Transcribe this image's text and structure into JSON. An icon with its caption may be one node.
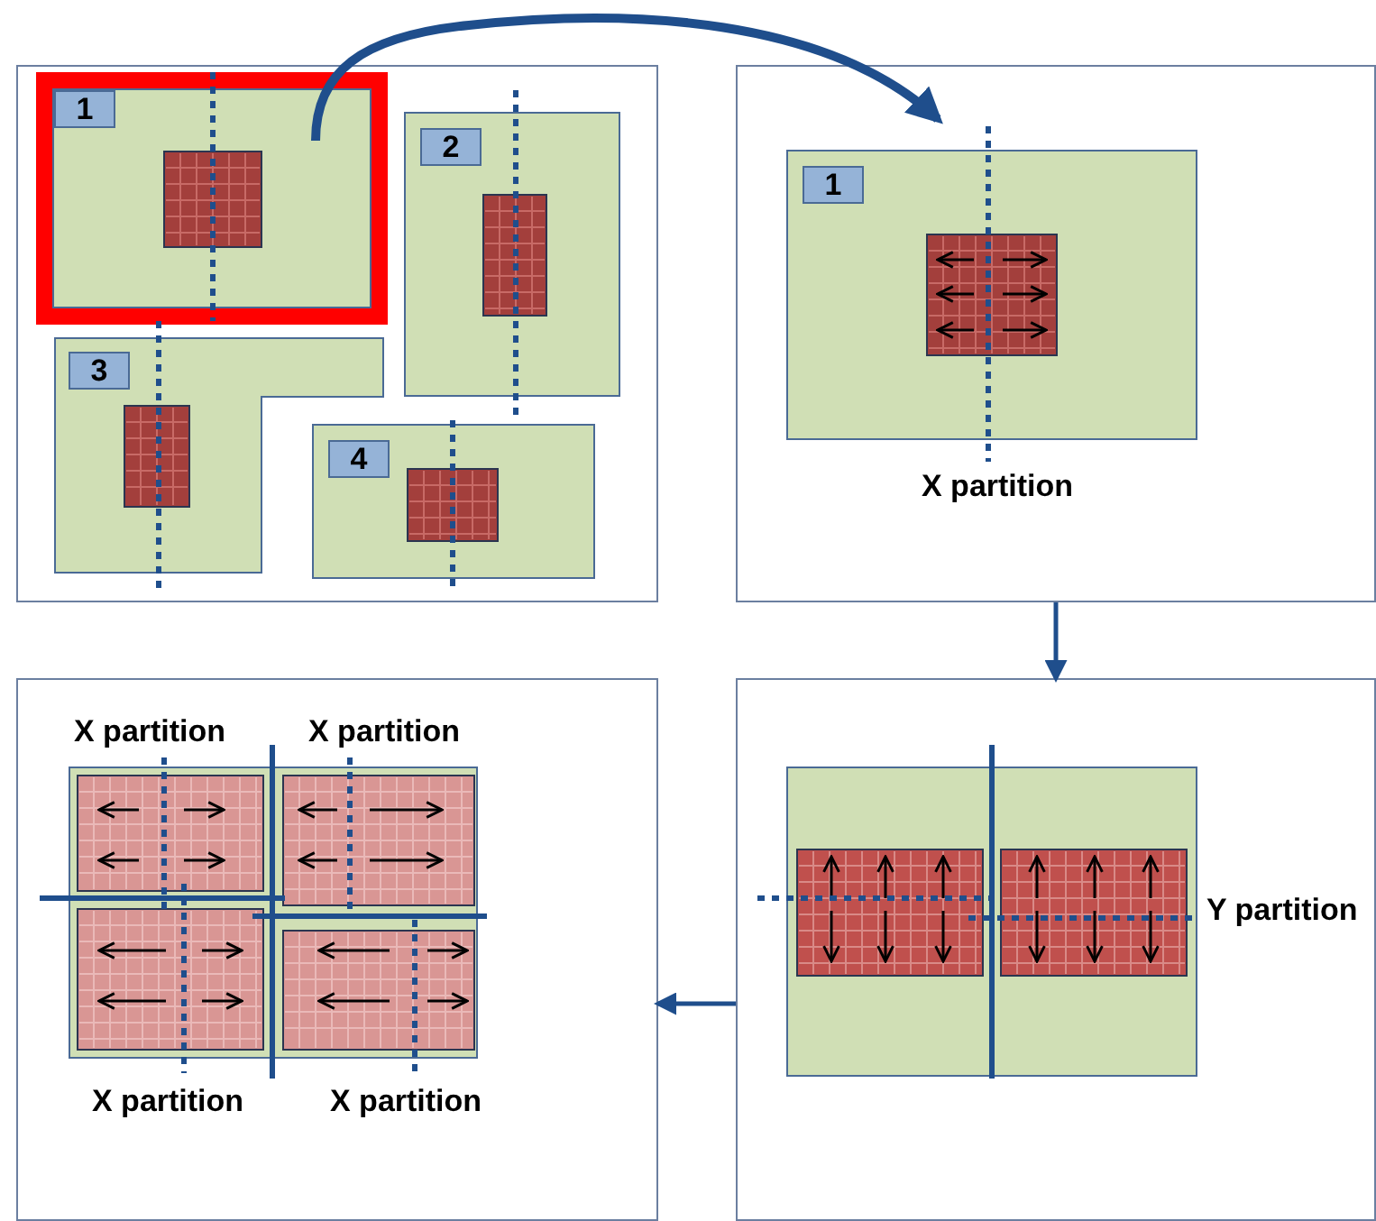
{
  "diagram": {
    "nodes": [
      {
        "text": [],
        "shape": "box"
      },
      {
        "text": [
          "1"
        ],
        "in": 0
      },
      {
        "text": [
          "2"
        ],
        "in": 0
      },
      {
        "text": [
          "3"
        ],
        "in": 0
      },
      {
        "text": [
          "4"
        ],
        "in": 0
      },
      {
        "text": [],
        "shape": "box"
      },
      {
        "text": [
          "1"
        ],
        "in": 5
      },
      {
        "text": [],
        "shape": "box"
      },
      {
        "text": [],
        "shape": "box",
        "in": 7
      },
      {
        "text": [],
        "shape": "box"
      },
      {
        "text": [],
        "shape": "box",
        "in": 9
      }
    ],
    "edges": [
      {
        "from": 1,
        "to": 5,
        "arrow": "to",
        "style": "thick"
      },
      {
        "from": 5,
        "to": 9,
        "arrow": "to"
      },
      {
        "from": 9,
        "to": 7,
        "arrow": "to"
      }
    ],
    "labels": [
      "X partition",
      "X partition",
      "X partition",
      "Y partition",
      "X partition",
      "X partition"
    ]
  }
}
